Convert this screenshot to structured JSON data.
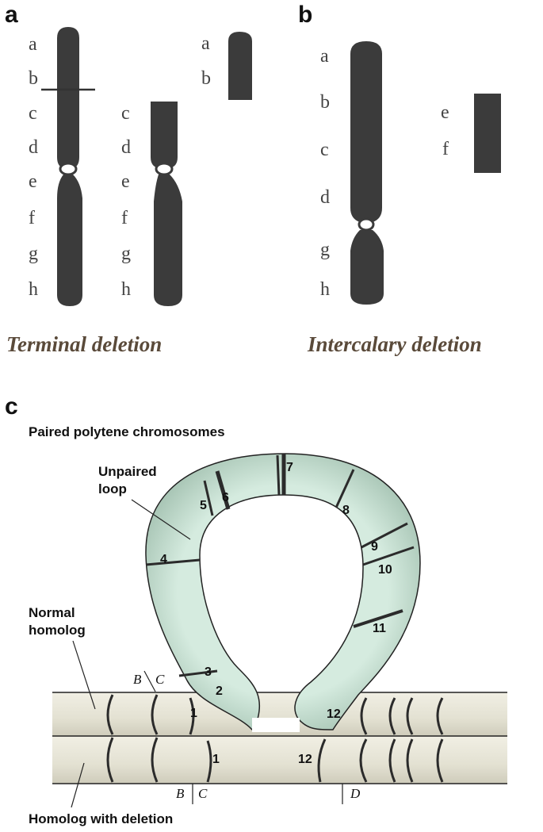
{
  "panel_a": {
    "letter": "a",
    "caption": "Terminal deletion",
    "left_labels": [
      "a",
      "b",
      "c",
      "d",
      "e",
      "f",
      "g",
      "h"
    ],
    "deleted_labels": [
      "c",
      "d",
      "e",
      "f",
      "g",
      "h"
    ],
    "fragment_labels": [
      "a",
      "b"
    ]
  },
  "panel_b": {
    "letter": "b",
    "caption": "Intercalary deletion",
    "labels": [
      "a",
      "b",
      "c",
      "d",
      "g",
      "h"
    ],
    "fragment_labels": [
      "e",
      "f"
    ]
  },
  "panel_c": {
    "letter": "c",
    "title": "Paired polytene chromosomes",
    "unpaired_loop_line1": "Unpaired",
    "unpaired_loop_line2": "loop",
    "normal_homolog_line1": "Normal",
    "normal_homolog_line2": "homolog",
    "homolog_deletion": "Homolog with deletion",
    "band_numbers": [
      "1",
      "2",
      "3",
      "4",
      "5",
      "6",
      "7",
      "8",
      "9",
      "10",
      "11",
      "12"
    ],
    "lower_band_numbers": [
      "1",
      "12"
    ],
    "breakpoints": {
      "B": "B",
      "C": "C",
      "D": "D"
    }
  },
  "colors": {
    "chromosome": "#3b3b3b",
    "loop_fill": "#cde5d8",
    "homolog_fill": "#e6e4d6",
    "caption": "#5a4a3a"
  }
}
